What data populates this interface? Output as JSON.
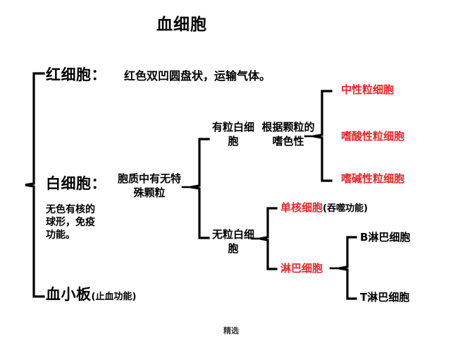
{
  "title": "血细胞",
  "footer": "精选",
  "colors": {
    "accent_red": "#e8252a",
    "text_black": "#000000",
    "background": "#ffffff"
  },
  "nodes": {
    "erythrocyte": {
      "label": "红细胞：",
      "description": "红色双凹圆盘状，运输气体。"
    },
    "leukocyte": {
      "label": "白细胞：",
      "description": "无色有核的球形，免疫功能。",
      "criterion": "胞质中有无特殊颗粒"
    },
    "platelet": {
      "label": "血小板",
      "function": "(止血功能)"
    },
    "granulocyte": {
      "label": "有粒白细胞",
      "criterion": "根据颗粒的嗜色性"
    },
    "agranulocyte": {
      "label": "无粒白细胞"
    },
    "neutrophil": {
      "label": "中性粒细胞"
    },
    "eosinophil": {
      "label": "嗜酸性粒细胞"
    },
    "basophil": {
      "label": "嗜碱性粒细胞"
    },
    "monocyte": {
      "label": "单核细胞",
      "function": "(吞噬功能)"
    },
    "lymphocyte": {
      "label": "淋巴细胞"
    },
    "b_lymphocyte": {
      "label": "B淋巴细胞"
    },
    "t_lymphocyte": {
      "label": "T淋巴细胞"
    }
  },
  "chart_data": {
    "type": "diagram",
    "title": "血细胞",
    "structure": "hierarchy-bracket-tree",
    "root": "血细胞",
    "levels": [
      {
        "level": 1,
        "items": [
          "红细胞：",
          "白细胞：",
          "血小板"
        ]
      },
      {
        "level": 2,
        "parent": "白细胞：",
        "items": [
          "有粒白细胞",
          "无粒白细胞"
        ]
      },
      {
        "level": 3,
        "parent": "有粒白细胞",
        "items": [
          "中性粒细胞",
          "嗜酸性粒细胞",
          "嗜碱性粒细胞"
        ]
      },
      {
        "level": 3,
        "parent": "无粒白细胞",
        "items": [
          "单核细胞",
          "淋巴细胞"
        ]
      },
      {
        "level": 4,
        "parent": "淋巴细胞",
        "items": [
          "B淋巴细胞",
          "T淋巴细胞"
        ]
      }
    ]
  }
}
